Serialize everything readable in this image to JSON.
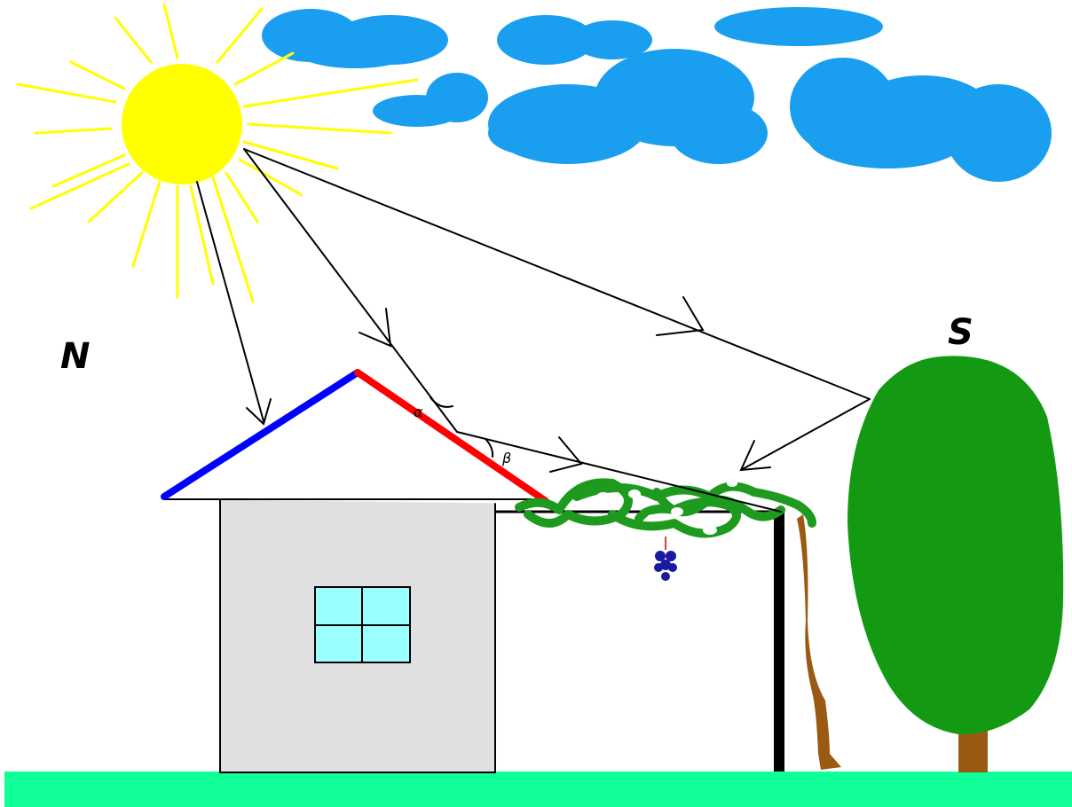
{
  "labels": {
    "north": "N",
    "south": "S",
    "alpha": "α",
    "beta": "β"
  },
  "colors": {
    "sky": "#ffffff",
    "sun": "#ffff00",
    "sun_rays": "#ffff00",
    "clouds": "#1a9ef0",
    "roof_north": "#0000ff",
    "roof_south": "#ff0000",
    "wall": "#e0e0e0",
    "window": "#99ffff",
    "ground": "#11ff99",
    "vine_leaves": "#1e9a1e",
    "vine_trunk": "#9a5a14",
    "grapes": "#1a1aa0",
    "tree_crown": "#139a12",
    "tree_trunk": "#9a5a14",
    "rays": "#000000",
    "post": "#000000"
  }
}
